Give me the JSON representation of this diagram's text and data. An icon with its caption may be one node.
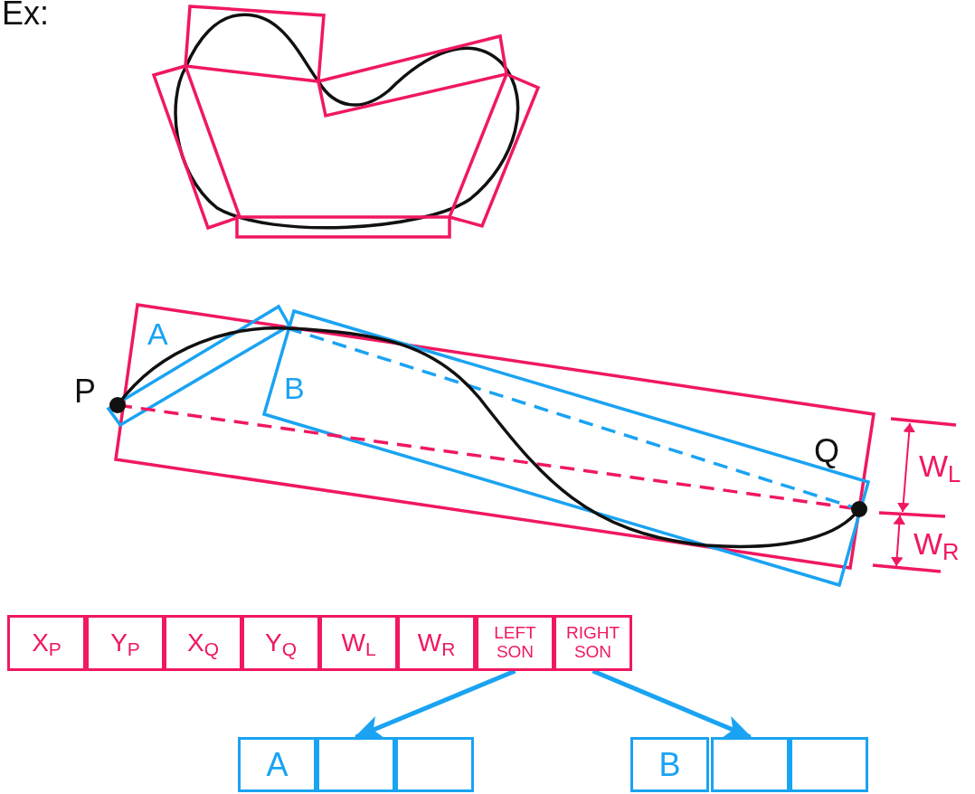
{
  "diagram": {
    "nodes": [
      {
        "text": [
          "X$_{P}$"
        ]
      },
      {
        "text": [
          "Y$_{P}$"
        ]
      },
      {
        "text": [
          "X$_{Q}$"
        ]
      },
      {
        "text": [
          "Y$_{Q}$"
        ]
      },
      {
        "text": [
          "W$_{L}$"
        ]
      },
      {
        "text": [
          "W$_{R}$"
        ]
      },
      {
        "text": [
          "LEFT SON"
        ]
      },
      {
        "text": [
          "RIGHT SON"
        ]
      },
      {
        "text": [
          "A"
        ]
      },
      {
        "text": [],
        "shape": "box"
      },
      {
        "text": [],
        "shape": "box"
      },
      {
        "text": [
          "B"
        ]
      },
      {
        "text": [],
        "shape": "box"
      },
      {
        "text": [],
        "shape": "box"
      }
    ],
    "edges": [
      {
        "from": 6,
        "to": 9,
        "arrow": "to"
      },
      {
        "from": 7,
        "to": 12,
        "arrow": "to"
      }
    ],
    "labels": [
      "Ex:",
      "A",
      "P",
      "B",
      "Q",
      "W$_{L}$",
      "W$_{R}$"
    ]
  }
}
